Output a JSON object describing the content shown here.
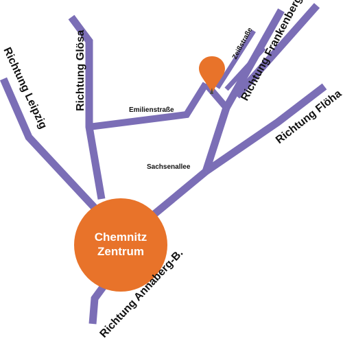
{
  "colors": {
    "road": "#7b6eb6",
    "center": "#e8732a",
    "pin": "#e8732a",
    "pin_shadow": "#4a4a4a",
    "background": "#ffffff"
  },
  "center": {
    "line1": "Chemnitz",
    "line2": "Zentrum"
  },
  "directions": {
    "leipzig": "Richtung Leipzig",
    "gloesa": "Richtung Glösa",
    "frankenberg": "Richtung Frankenberg",
    "floeha": "Richtung Flöha",
    "annaberg": "Richtung Annaberg-B."
  },
  "streets": {
    "emilienstrasse": "Emilienstraße",
    "zeissstrasse": "Zeißstraße",
    "sachsenallee": "Sachsenallee"
  },
  "marker": {
    "icon": "map-pin-icon"
  }
}
